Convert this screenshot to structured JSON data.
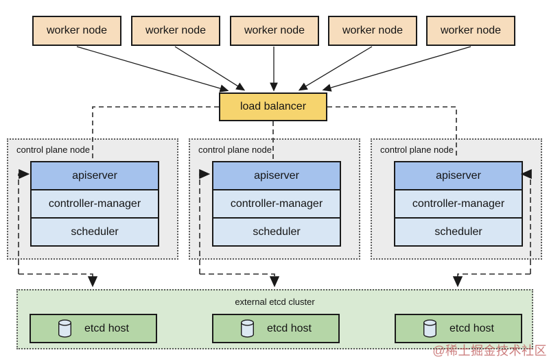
{
  "diagram_title": "kubernetes-ha-external-etcd-topology",
  "workers": [
    {
      "label": "worker node"
    },
    {
      "label": "worker node"
    },
    {
      "label": "worker node"
    },
    {
      "label": "worker node"
    },
    {
      "label": "worker node"
    }
  ],
  "load_balancer": {
    "label": "load balancer"
  },
  "control_planes": [
    {
      "label": "control plane node",
      "components": [
        {
          "label": "apiserver"
        },
        {
          "label": "controller-manager"
        },
        {
          "label": "scheduler"
        }
      ]
    },
    {
      "label": "control plane node",
      "components": [
        {
          "label": "apiserver"
        },
        {
          "label": "controller-manager"
        },
        {
          "label": "scheduler"
        }
      ]
    },
    {
      "label": "control plane node",
      "components": [
        {
          "label": "apiserver"
        },
        {
          "label": "controller-manager"
        },
        {
          "label": "scheduler"
        }
      ]
    }
  ],
  "etcd_cluster": {
    "label": "external etcd cluster",
    "hosts": [
      {
        "label": "etcd host"
      },
      {
        "label": "etcd host"
      },
      {
        "label": "etcd host"
      }
    ]
  },
  "watermark": {
    "text": "@稀土掘金技术社区"
  },
  "icons": {
    "etcd_host_icon": "database-cylinder-icon",
    "connector_arrow": "arrowhead-icon"
  },
  "colors": {
    "worker_fill": "#f7ddbd",
    "load_balancer_fill": "#f6d46e",
    "apiserver_fill": "#a5c2ed",
    "component_fill": "#d8e6f4",
    "control_plane_fill": "#ececec",
    "etcd_cluster_fill": "#d9ead3",
    "etcd_host_fill": "#b5d6a7",
    "line_color": "#1a1a1a",
    "watermark_color": "#c05f5f"
  }
}
